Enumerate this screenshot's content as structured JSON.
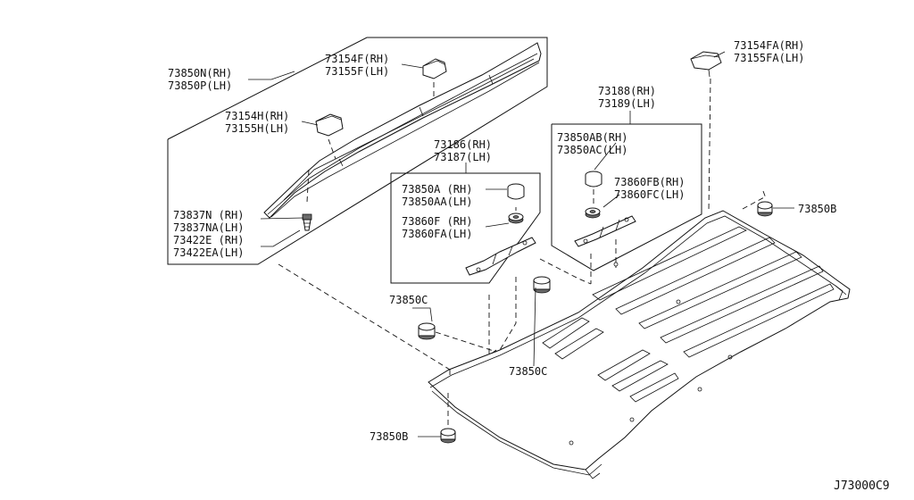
{
  "labels": {
    "rail_molding": [
      "73850N(RH)",
      "73850P(LH)"
    ],
    "rail_cover_front": [
      "73154F(RH)",
      "73155F(LH)"
    ],
    "rail_cover_rear": [
      "73154H(RH)",
      "73155H(LH)"
    ],
    "fasteners_left": [
      "73837N (RH)",
      "73837NA(LH)",
      "73422E  (RH)",
      "73422EA(LH)"
    ],
    "bracket_left": [
      "73186(RH)",
      "73187(LH)"
    ],
    "bracket_left_parts": [
      "73850A (RH)",
      "73850AA(LH)",
      "73860F (RH)",
      "73860FA(LH)"
    ],
    "bracket_right": [
      "73188(RH)",
      "73189(LH)"
    ],
    "bracket_right_parts": [
      "73850AB(RH)",
      "73850AC(LH)",
      "73860FB(RH)",
      "73860FC(LH)"
    ],
    "end_cap": [
      "73154FA(RH)",
      "73155FA(LH)"
    ],
    "clip_right": "73850B",
    "clip_bottom": "73850B",
    "grommet_left": "73850C",
    "grommet_center": "73850C"
  },
  "diagram_code": "J73000C9"
}
